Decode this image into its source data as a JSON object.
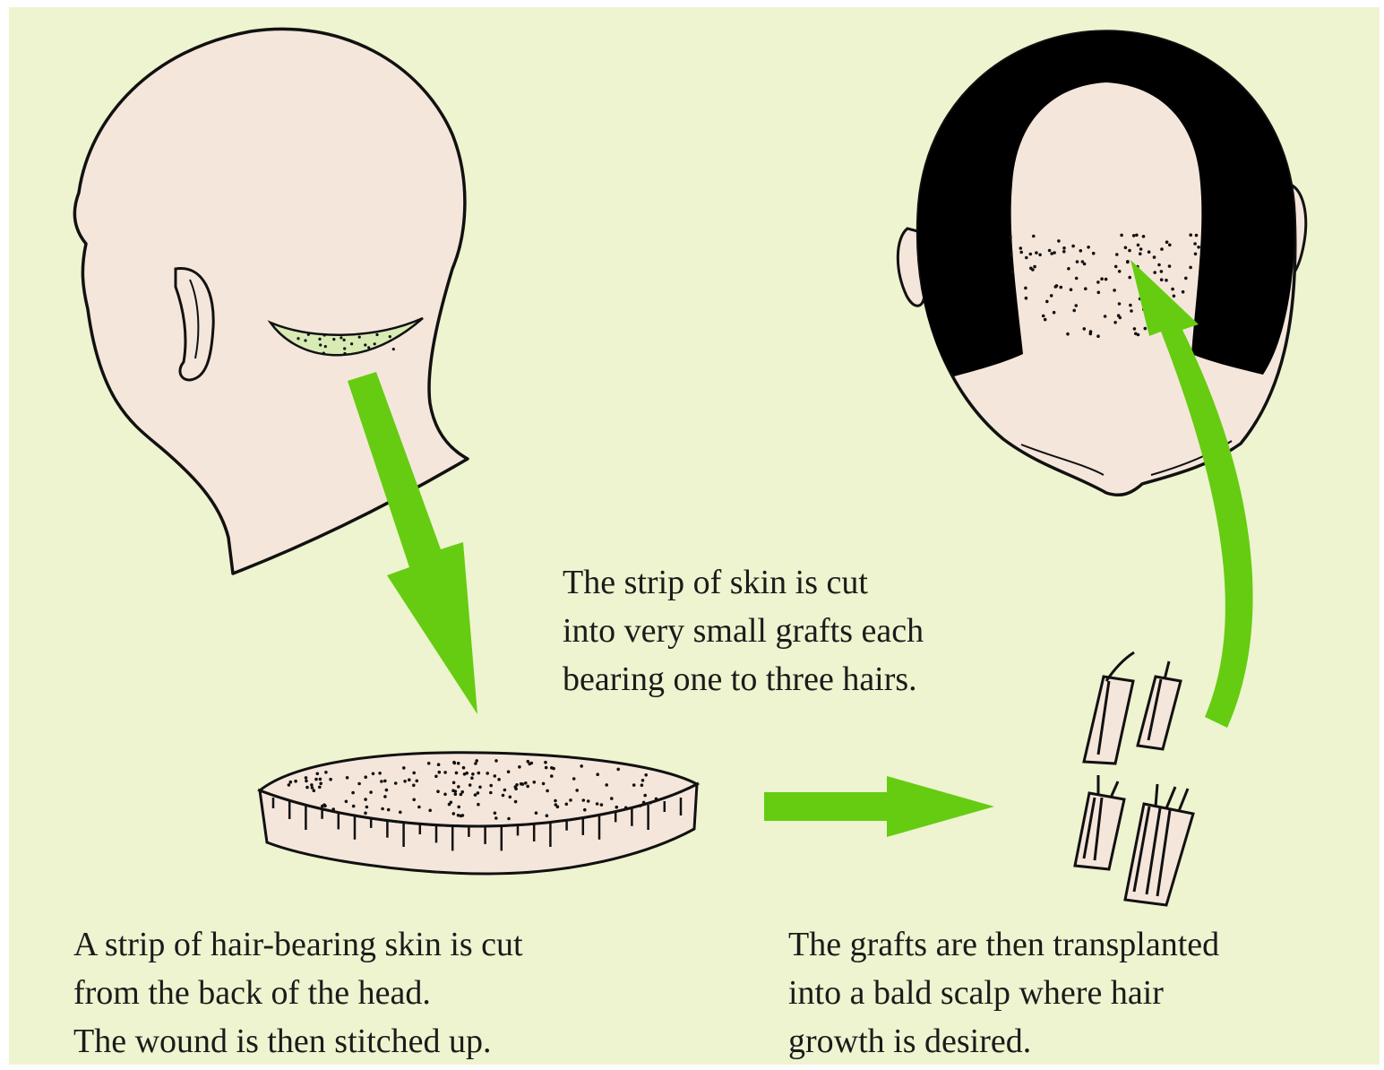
{
  "colors": {
    "background": "#edf4cf",
    "skin": "#f5e6dc",
    "hair": "#000000",
    "arrow": "#66cc11",
    "outline": "#111111"
  },
  "captions": {
    "grafts": [
      "The strip of skin is cut",
      "into very small grafts each",
      "bearing one to three hairs."
    ],
    "strip": [
      "A strip of hair-bearing skin is cut",
      "from the back of the head.",
      "The wound is then stitched up."
    ],
    "transplant": [
      "The grafts are then transplanted",
      "into a bald scalp where hair",
      "growth is desired."
    ]
  }
}
